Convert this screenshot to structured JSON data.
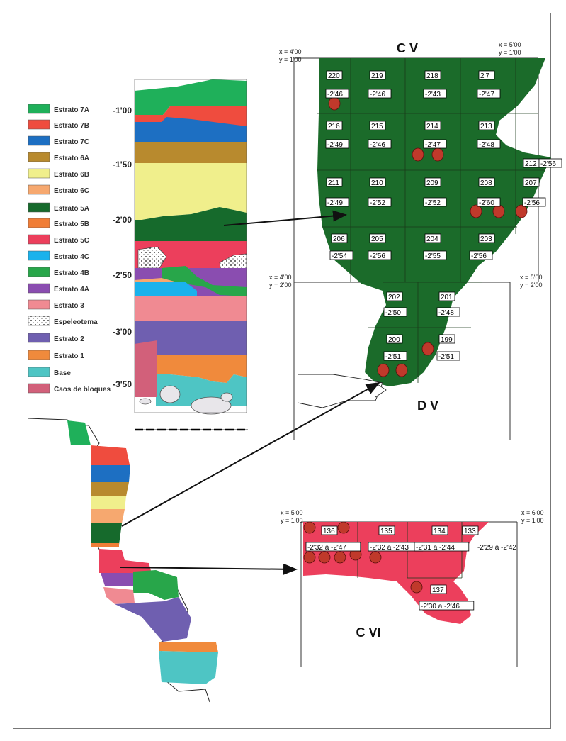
{
  "legend": [
    {
      "label": "Estrato 7A",
      "color": "#1fb05a"
    },
    {
      "label": "Estrato 7B",
      "color": "#ef4c3e"
    },
    {
      "label": "Estrato 7C",
      "color": "#1d6fc2"
    },
    {
      "label": "Estrato 6A",
      "color": "#b88a2e"
    },
    {
      "label": "Estrato 6B",
      "color": "#f0ef8c"
    },
    {
      "label": "Estrato 6C",
      "color": "#f6a86f"
    },
    {
      "label": "Estrato 5A",
      "color": "#166a2c"
    },
    {
      "label": "Estrato 5B",
      "color": "#f07d36"
    },
    {
      "label": "Estrato 5C",
      "color": "#ec3f5c"
    },
    {
      "label": "Estrato 4C",
      "color": "#1ab2ec"
    },
    {
      "label": "Estrato 4B",
      "color": "#28a64a"
    },
    {
      "label": "Estrato 4A",
      "color": "#8a4db0"
    },
    {
      "label": "Estrato 3",
      "color": "#f08a92"
    },
    {
      "label": "Espeleotema",
      "color": "#ffffff"
    },
    {
      "label": "Estrato 2",
      "color": "#6f5fb0"
    },
    {
      "label": "Estrato 1",
      "color": "#f08a3c"
    },
    {
      "label": "Base",
      "color": "#4ec5c4"
    },
    {
      "label": "Caos de bloques",
      "color": "#d2607a"
    }
  ],
  "depths": [
    "-1'00",
    "-1'50",
    "-2'00",
    "-2'50",
    "-3'00",
    "-3'50"
  ],
  "zones": {
    "cv": "C V",
    "dv": "D V",
    "cvi": "C VI"
  },
  "coords": {
    "cv_left_x": "x = 4'00",
    "cv_left_y": "y = 1'00",
    "cv_right_x": "x = 5'00",
    "cv_right_y": "y = 1'00",
    "dv_left_x": "x = 4'00",
    "dv_left_y": "y = 2'00",
    "dv_right_x": "x = 5'00",
    "dv_right_y": "y = 2'00",
    "cvi_left_x": "x = 5'00",
    "cvi_left_y": "y = 1'00",
    "cvi_right_x": "x = 6'00",
    "cvi_right_y": "y = 1'00"
  },
  "squares": [
    {
      "num": "220",
      "val": "-2'46"
    },
    {
      "num": "219",
      "val": "-2'46"
    },
    {
      "num": "218",
      "val": "-2'43"
    },
    {
      "num": "2'7",
      "val": "-2'47"
    },
    {
      "num": "216",
      "val": "-2'49"
    },
    {
      "num": "215",
      "val": "-2'46"
    },
    {
      "num": "214",
      "val": "-2'47"
    },
    {
      "num": "213",
      "val": "-2'48"
    },
    {
      "num": "212",
      "val": "-2'56"
    },
    {
      "num": "211",
      "val": "-2'49"
    },
    {
      "num": "210",
      "val": "-2'52"
    },
    {
      "num": "209",
      "val": "-2'52"
    },
    {
      "num": "208",
      "val": "-2'60"
    },
    {
      "num": "207",
      "val": "-2'56"
    },
    {
      "num": "206",
      "val": "-2'54"
    },
    {
      "num": "205",
      "val": "-2'56"
    },
    {
      "num": "204",
      "val": "-2'55"
    },
    {
      "num": "203",
      "val": "-2'56"
    },
    {
      "num": "202",
      "val": "-2'50"
    },
    {
      "num": "201",
      "val": "-2'48"
    },
    {
      "num": "200",
      "val": "-2'51"
    },
    {
      "num": "199",
      "val": "-2'51"
    },
    {
      "num": "136",
      "val": "-2'32 a -2'47"
    },
    {
      "num": "135",
      "val": "-2'32 a -2'43"
    },
    {
      "num": "134",
      "val": "-2'31 a -2'44"
    },
    {
      "num": "133",
      "val": "-2'29 a -2'42"
    },
    {
      "num": "137",
      "val": "-2'30 a -2'46"
    }
  ],
  "colors": {
    "cv_fill": "#1b6b2a",
    "cvi_fill": "#ec3f5c",
    "find_marker": "#c0392b"
  }
}
